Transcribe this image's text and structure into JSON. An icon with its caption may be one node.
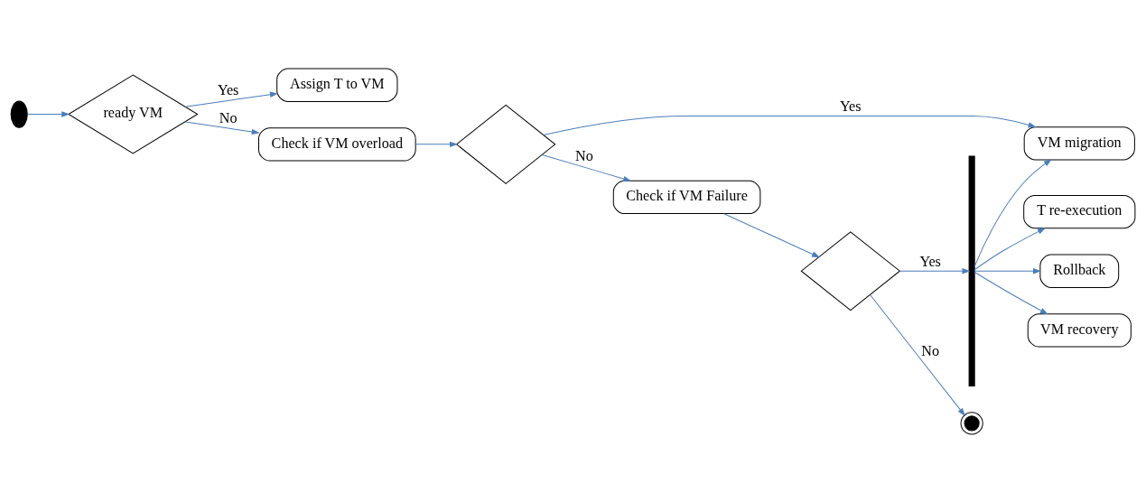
{
  "diagram": {
    "nodes": [
      {
        "text": [],
        "shape": "circle"
      },
      {
        "text": [
          "ready VM"
        ]
      },
      {
        "text": [
          "Assign T to VM"
        ]
      },
      {
        "text": [
          "Check if VM overload"
        ]
      },
      {
        "text": [],
        "shape": "diamond"
      },
      {
        "text": [
          "VM migration"
        ]
      },
      {
        "text": [
          "Check if VM Failure"
        ]
      },
      {
        "text": [],
        "shape": "diamond"
      },
      {
        "text": [],
        "shape": "bar"
      },
      {
        "text": [
          "T re-execution"
        ]
      },
      {
        "text": [
          "Rollback"
        ]
      },
      {
        "text": [
          "VM recovery"
        ]
      },
      {
        "text": [],
        "shape": "circle"
      }
    ],
    "edges": [
      {
        "from": 0,
        "to": 1,
        "arrow": "to"
      },
      {
        "from": 1,
        "to": 2,
        "arrow": "to",
        "label": "Yes"
      },
      {
        "from": 1,
        "to": 3,
        "arrow": "to",
        "label": "No"
      },
      {
        "from": 3,
        "to": 4,
        "arrow": "to"
      },
      {
        "from": 4,
        "to": 5,
        "arrow": "to",
        "label": "Yes"
      },
      {
        "from": 4,
        "to": 6,
        "arrow": "to",
        "label": "No"
      },
      {
        "from": 6,
        "to": 7,
        "arrow": "to"
      },
      {
        "from": 7,
        "to": 8,
        "arrow": "to",
        "label": "Yes"
      },
      {
        "from": 7,
        "to": 12,
        "arrow": "to",
        "label": "No"
      },
      {
        "from": 8,
        "to": 5,
        "arrow": "to"
      },
      {
        "from": 8,
        "to": 9,
        "arrow": "to"
      },
      {
        "from": 8,
        "to": 10,
        "arrow": "to"
      },
      {
        "from": 8,
        "to": 11,
        "arrow": "to"
      }
    ]
  }
}
